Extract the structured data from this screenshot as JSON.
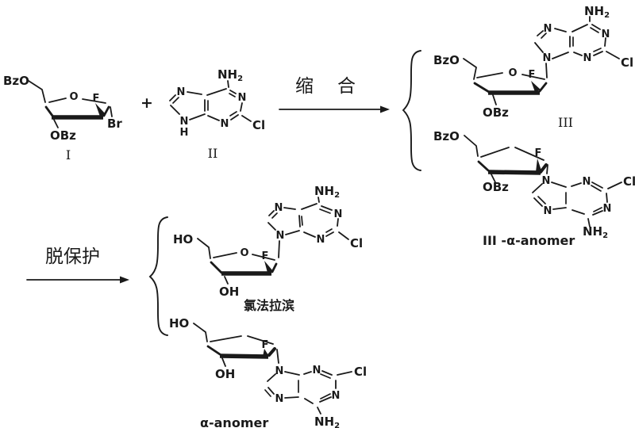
{
  "figure": {
    "background_color": "#ffffff",
    "ink_color": "#1a1a1a"
  },
  "labels": {
    "plus": "+",
    "condensation": "缩合",
    "deprotection": "脱保护",
    "compound_i": "I",
    "compound_ii": "II",
    "compound_iii": "III",
    "compound_iii_alpha": "III -α-anomer",
    "clofarabine": "氯法拉滨",
    "alpha_anomer": "α-anomer"
  },
  "atoms": {
    "BzO": "BzO",
    "OBz": "OBz",
    "HO": "HO",
    "OH": "OH",
    "O": "O",
    "F": "F",
    "Br": "Br",
    "Cl": "Cl",
    "N": "N",
    "H": "H",
    "NH": "NH",
    "sub2": "2"
  }
}
